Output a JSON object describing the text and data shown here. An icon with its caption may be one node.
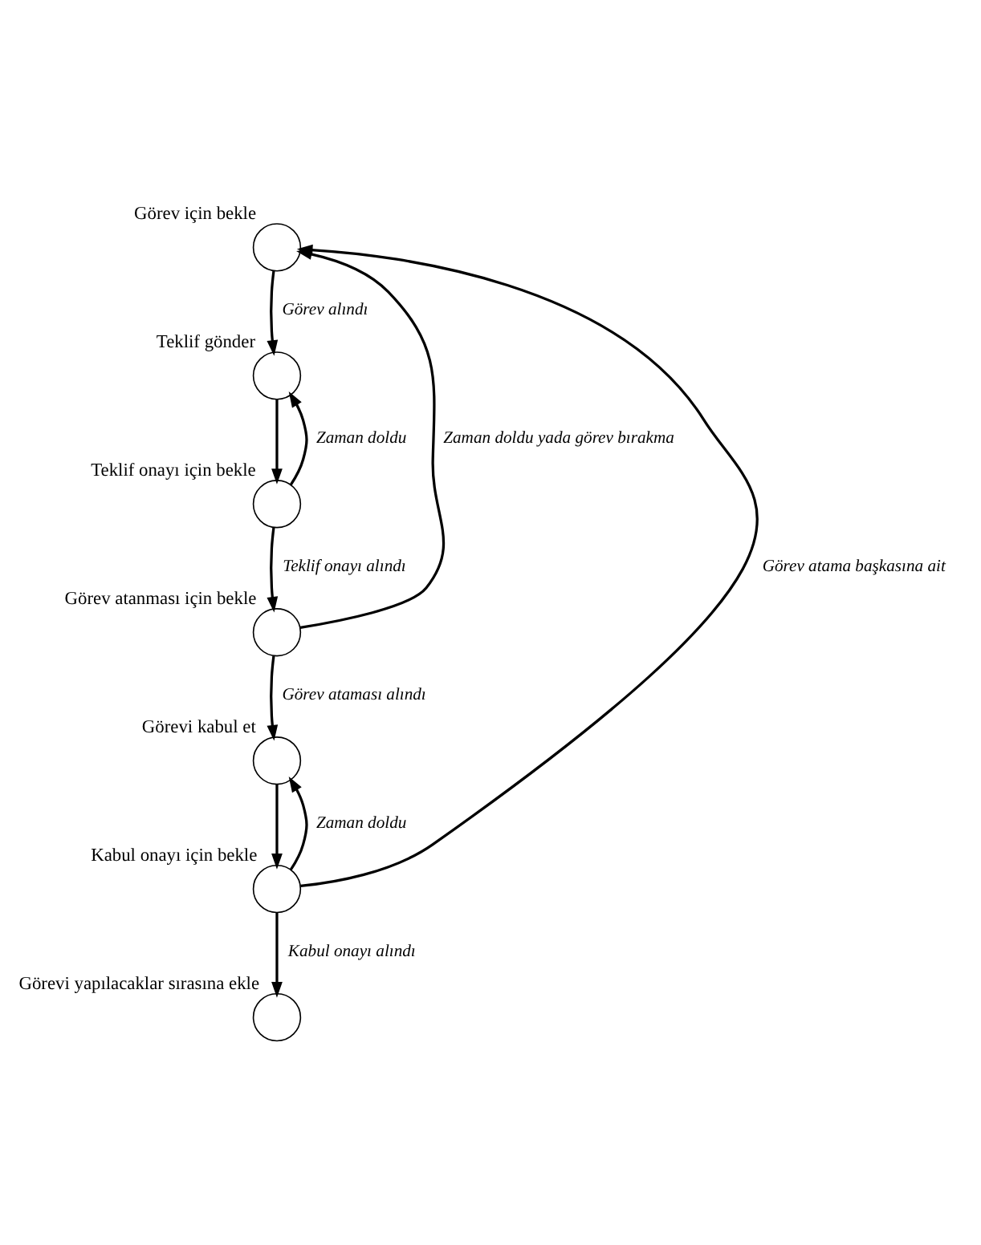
{
  "diagram": {
    "nodes": [
      {
        "text": [],
        "shape": "circle",
        "beside": [
          "Görev için bekle"
        ]
      },
      {
        "text": [],
        "shape": "circle",
        "beside": [
          "Teklif gönder"
        ]
      },
      {
        "text": [],
        "shape": "circle",
        "beside": [
          "Teklif onayı için bekle"
        ]
      },
      {
        "text": [],
        "shape": "circle",
        "beside": [
          "Görev atanması için bekle"
        ]
      },
      {
        "text": [],
        "shape": "circle",
        "beside": [
          "Görevi kabul et"
        ]
      },
      {
        "text": [],
        "shape": "circle",
        "beside": [
          "Kabul onayı için bekle"
        ]
      },
      {
        "text": [],
        "shape": "circle",
        "beside": [
          "Görevi yapılacaklar sırasına ekle"
        ]
      }
    ],
    "edges": [
      {
        "from": 0,
        "to": 1,
        "arrow": "to",
        "label": "Görev alındı"
      },
      {
        "from": 1,
        "to": 2,
        "arrow": "to"
      },
      {
        "from": 2,
        "to": 1,
        "arrow": "to",
        "label": "Zaman doldu"
      },
      {
        "from": 2,
        "to": 3,
        "arrow": "to",
        "label": "Teklif onayı alındı"
      },
      {
        "from": 3,
        "to": 0,
        "arrow": "to",
        "label": "Zaman doldu yada görev bırakma"
      },
      {
        "from": 3,
        "to": 4,
        "arrow": "to",
        "label": "Görev ataması alındı"
      },
      {
        "from": 4,
        "to": 5,
        "arrow": "to"
      },
      {
        "from": 5,
        "to": 4,
        "arrow": "to",
        "label": "Zaman doldu"
      },
      {
        "from": 5,
        "to": 0,
        "arrow": "to",
        "label": "Görev atama başkasına ait"
      },
      {
        "from": 5,
        "to": 6,
        "arrow": "to",
        "label": "Kabul onayı alındı"
      }
    ]
  }
}
